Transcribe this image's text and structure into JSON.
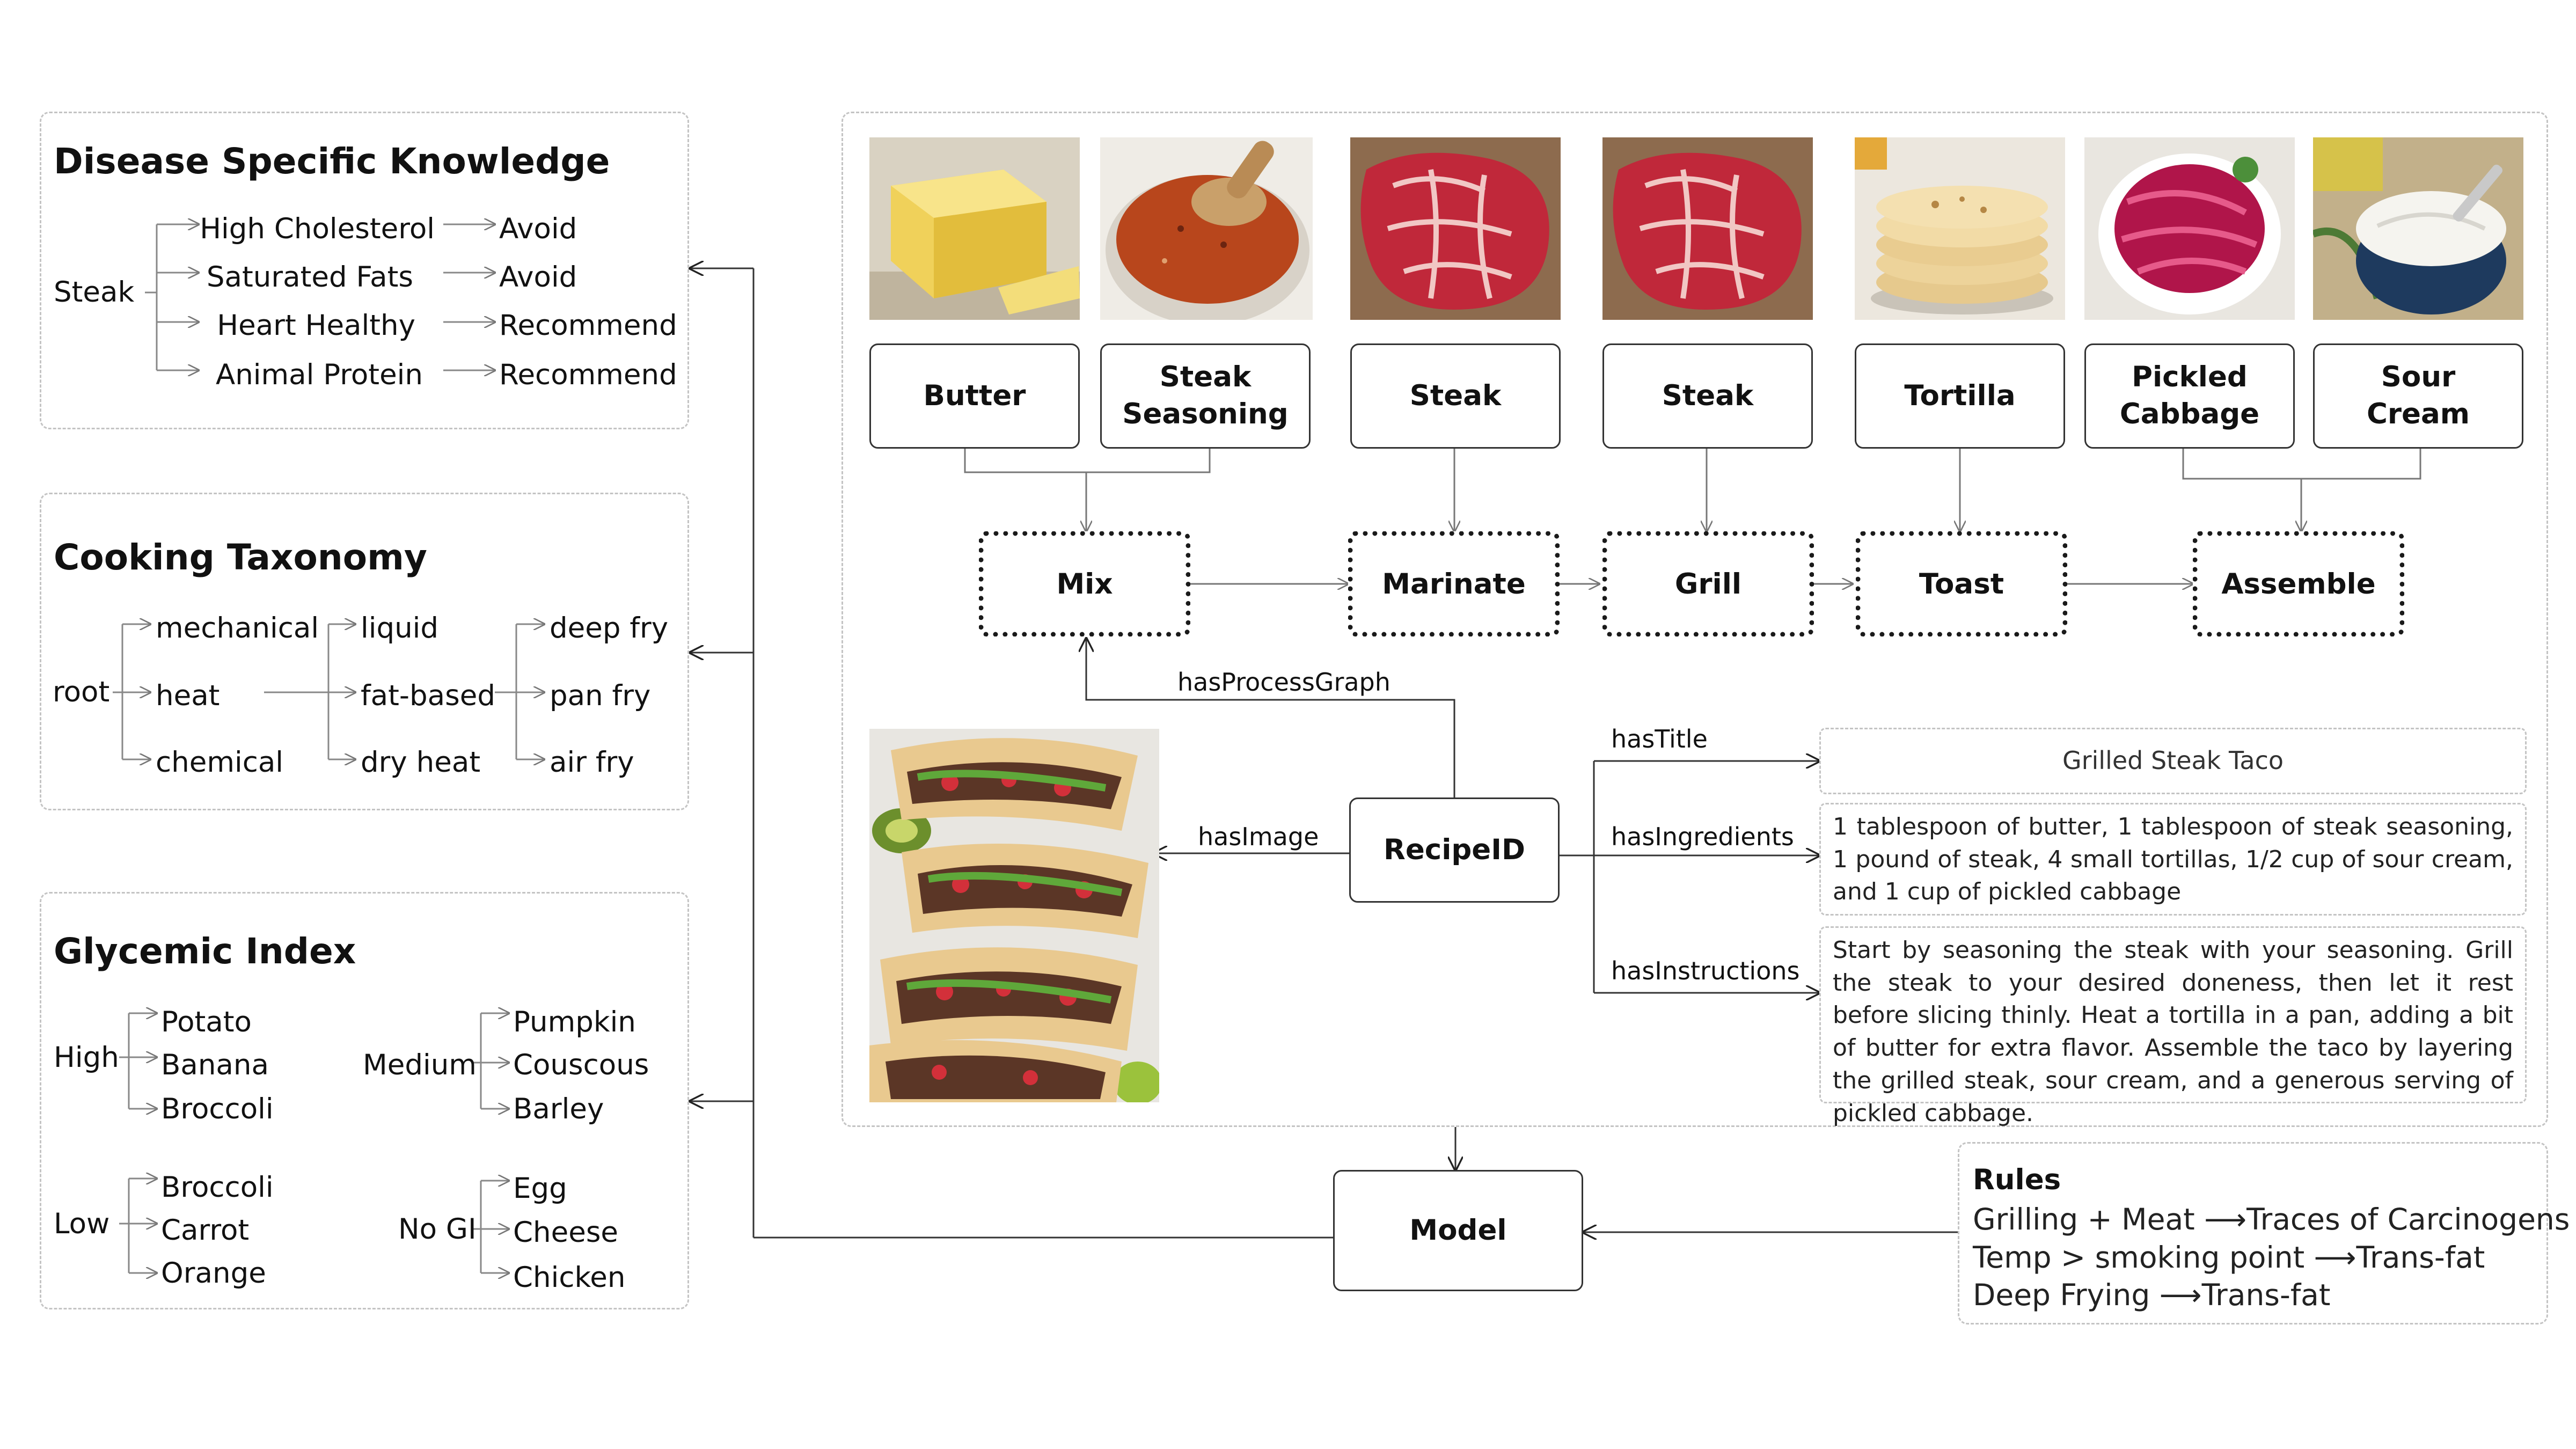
{
  "disease": {
    "title": "Disease Specific Knowledge",
    "root": "Steak",
    "rows": [
      {
        "fact": "High Cholesterol",
        "action": "Avoid"
      },
      {
        "fact": "Saturated Fats",
        "action": "Avoid"
      },
      {
        "fact": "Heart Healthy",
        "action": "Recommend"
      },
      {
        "fact": "Animal Protein",
        "action": "Recommend"
      }
    ]
  },
  "cooking": {
    "title": "Cooking Taxonomy",
    "root": "root",
    "level1": [
      "mechanical",
      "heat",
      "chemical"
    ],
    "level2": [
      "liquid",
      "fat-based",
      "dry heat"
    ],
    "level3": [
      "deep fry",
      "pan fry",
      "air fry"
    ]
  },
  "glycemic": {
    "title": "Glycemic Index",
    "groups": [
      {
        "label": "High",
        "items": [
          "Potato",
          "Banana",
          "Broccoli"
        ]
      },
      {
        "label": "Medium",
        "items": [
          "Pumpkin",
          "Couscous",
          "Barley"
        ]
      },
      {
        "label": "Low",
        "items": [
          "Broccoli",
          "Carrot",
          "Orange"
        ]
      },
      {
        "label": "No GI",
        "items": [
          "Egg",
          "Cheese",
          "Chicken"
        ]
      }
    ]
  },
  "ingredients": [
    {
      "label": "Butter",
      "image": "butter-photo"
    },
    {
      "label": "Steak Seasoning",
      "image": "seasoning-photo"
    },
    {
      "label": "Steak",
      "image": "steak-photo"
    },
    {
      "label": "Steak",
      "image": "steak-photo"
    },
    {
      "label": "Tortilla",
      "image": "tortilla-photo"
    },
    {
      "label": "Pickled Cabbage",
      "image": "pickled-cabbage-photo"
    },
    {
      "label": "Sour Cream",
      "image": "sour-cream-photo"
    }
  ],
  "process": [
    "Mix",
    "Marinate",
    "Grill",
    "Toast",
    "Assemble"
  ],
  "recipe": {
    "node": "RecipeID",
    "edges": {
      "process_graph": "hasProcessGraph",
      "image": "hasImage",
      "title": "hasTitle",
      "ingredients": "hasIngredients",
      "instructions": "hasInstructions"
    },
    "title": "Grilled Steak Taco",
    "ingredients_text": "1 tablespoon of butter, 1 tablespoon of steak seasoning, 1 pound of steak, 4 small tortillas, 1/2 cup of sour cream, and 1 cup of pickled cabbage",
    "instructions_text": "Start by seasoning the steak with your seasoning. Grill the steak to your desired doneness, then let it rest before slicing thinly. Heat a tortilla in a pan, adding a bit of butter for extra flavor. Assemble the taco by layering the grilled steak, sour cream, and a generous serving of pickled cabbage.",
    "image": "steak-taco-photo"
  },
  "model": {
    "label": "Model"
  },
  "rules": {
    "title": "Rules",
    "lines": [
      {
        "cond": "Grilling + Meat",
        "result": "Traces of Carcinogens"
      },
      {
        "cond": "Temp > smoking point",
        "result": "Trans-fat"
      },
      {
        "cond": "Deep Frying",
        "result": "Trans-fat"
      }
    ]
  }
}
